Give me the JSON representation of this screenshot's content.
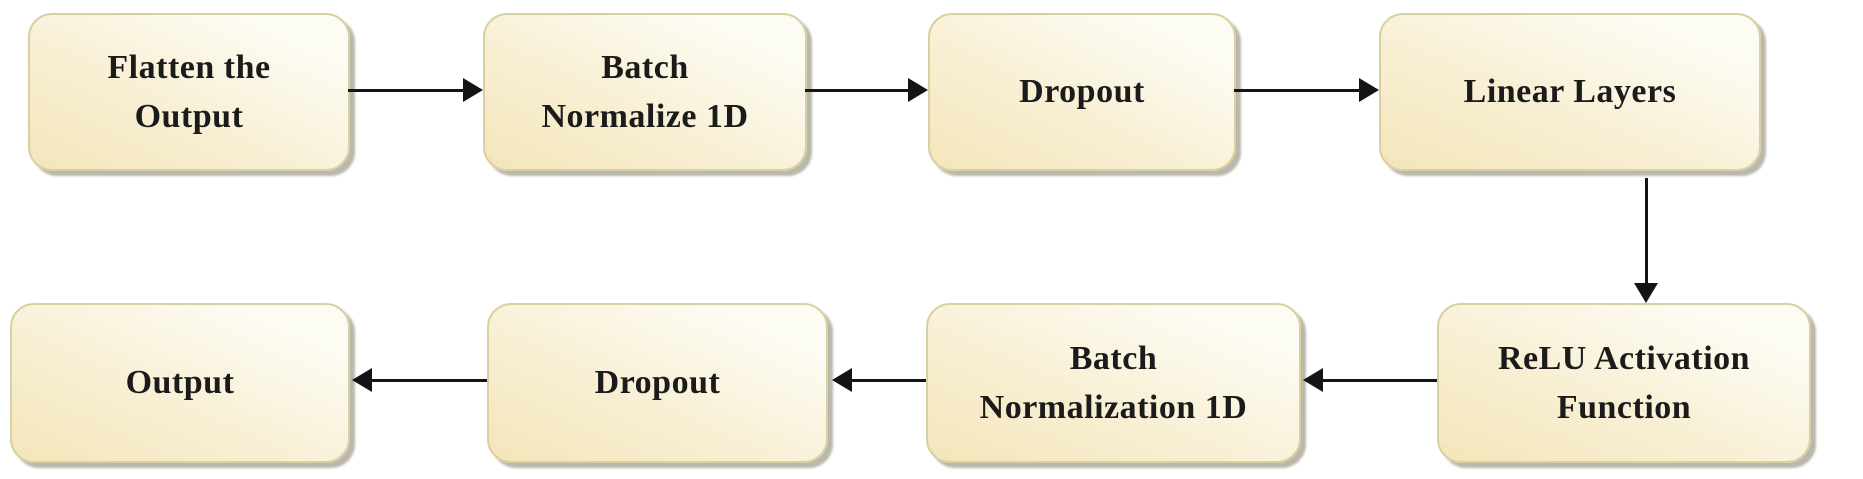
{
  "diagram": {
    "type": "flowchart",
    "description": "Neural network classifier head pipeline, boustrophedon layout: top row flows left-to-right, then down, then bottom row flows right-to-left",
    "nodes": [
      {
        "id": "flatten-the-output",
        "label": "Flatten the\nOutput",
        "row": "top",
        "order": 1
      },
      {
        "id": "batch-normalize-1d",
        "label": "Batch\nNormalize 1D",
        "row": "top",
        "order": 2
      },
      {
        "id": "dropout-1",
        "label": "Dropout",
        "row": "top",
        "order": 3
      },
      {
        "id": "linear-layers",
        "label": "Linear Layers",
        "row": "top",
        "order": 4
      },
      {
        "id": "relu-activation",
        "label": "ReLU Activation\nFunction",
        "row": "bottom",
        "order": 5
      },
      {
        "id": "batch-normalization-1d",
        "label": "Batch\nNormalization 1D",
        "row": "bottom",
        "order": 6
      },
      {
        "id": "dropout-2",
        "label": "Dropout",
        "row": "bottom",
        "order": 7
      },
      {
        "id": "output",
        "label": "Output",
        "row": "bottom",
        "order": 8
      }
    ],
    "edges": [
      {
        "from": "flatten-the-output",
        "to": "batch-normalize-1d",
        "direction": "right"
      },
      {
        "from": "batch-normalize-1d",
        "to": "dropout-1",
        "direction": "right"
      },
      {
        "from": "dropout-1",
        "to": "linear-layers",
        "direction": "right"
      },
      {
        "from": "linear-layers",
        "to": "relu-activation",
        "direction": "down"
      },
      {
        "from": "relu-activation",
        "to": "batch-normalization-1d",
        "direction": "left"
      },
      {
        "from": "batch-normalization-1d",
        "to": "dropout-2",
        "direction": "left"
      },
      {
        "from": "dropout-2",
        "to": "output",
        "direction": "left"
      }
    ],
    "colors": {
      "node_fill_dark": "#f4e5ba",
      "node_fill_light": "#fdfcf4",
      "node_border": "#d9d0a2",
      "node_shadow": "rgba(130,126,103,0.55)",
      "arrow": "#141414",
      "text": "#1b1b1b",
      "background": "#ffffff"
    }
  }
}
